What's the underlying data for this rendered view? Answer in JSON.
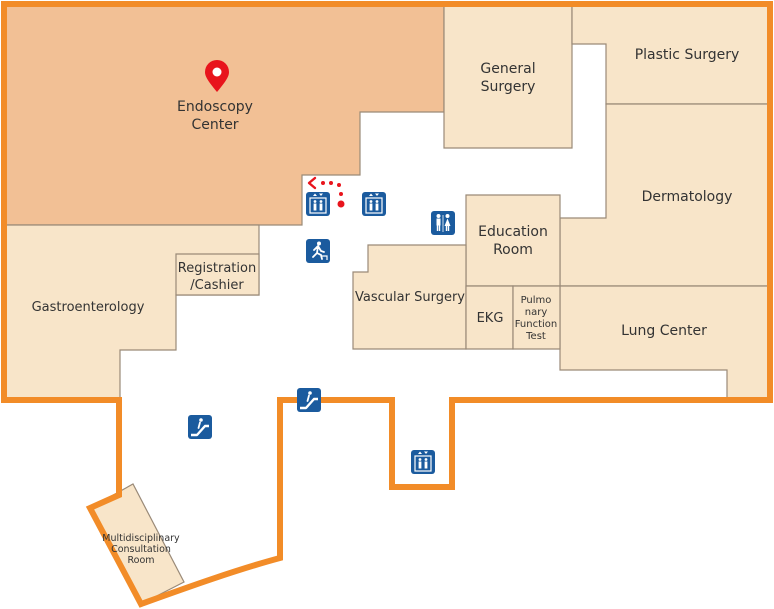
{
  "colors": {
    "outline": "#f28c28",
    "room_fill": "#f8e5c9",
    "highlight_fill": "#f2c095",
    "corridor": "#ffffff",
    "icon_bg": "#1b5b9e",
    "pin": "#e8141c",
    "route": "#e8141c"
  },
  "rooms": {
    "endoscopy": [
      "Endoscopy",
      "Center"
    ],
    "general_surgery": [
      "General",
      "Surgery"
    ],
    "plastic_surgery": "Plastic Surgery",
    "dermatology": "Dermatology",
    "education_room": [
      "Education",
      "Room"
    ],
    "registration": [
      "Registration",
      "/Cashier"
    ],
    "gastroenterology": "Gastroenterology",
    "vascular_surgery": "Vascular Surgery",
    "ekg": "EKG",
    "pulmonary": [
      "Pulmo",
      "nary",
      "Function",
      "Test"
    ],
    "lung_center": "Lung Center",
    "multidisciplinary": [
      "Multidisciplinary",
      "Consultation",
      "Room"
    ]
  },
  "icons": {
    "location_pin": "location-pin-icon",
    "elevator": "elevator-icon",
    "restroom": "restroom-icon",
    "emergency_exit": "emergency-exit-icon",
    "escalator": "escalator-icon"
  }
}
